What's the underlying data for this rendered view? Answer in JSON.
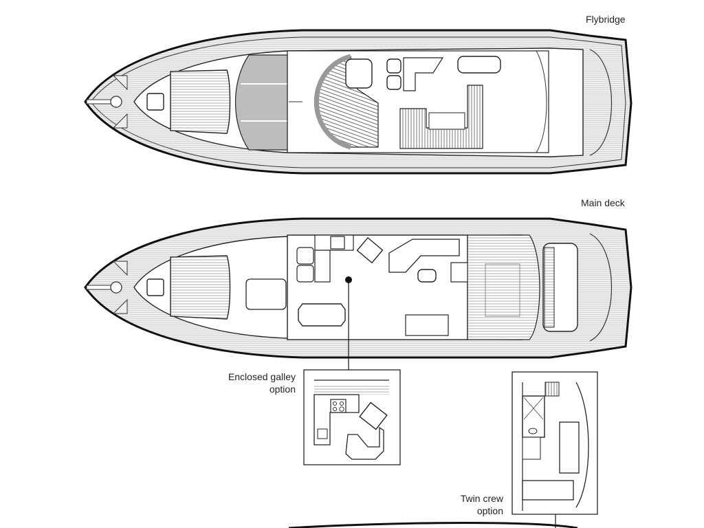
{
  "diagram": {
    "type": "yacht-deck-plans",
    "background": "#ffffff",
    "line_color": "#111111",
    "fill_teak": "#e4e4e4",
    "fill_cushion": "#b9b9b9",
    "decks": [
      {
        "id": "flybridge",
        "label": "Flybridge"
      },
      {
        "id": "main-deck",
        "label": "Main deck"
      }
    ],
    "options": [
      {
        "id": "enclosed-galley",
        "label_line1": "Enclosed galley",
        "label_line2": "option"
      },
      {
        "id": "twin-crew",
        "label_line1": "Twin crew",
        "label_line2": "option"
      }
    ]
  }
}
